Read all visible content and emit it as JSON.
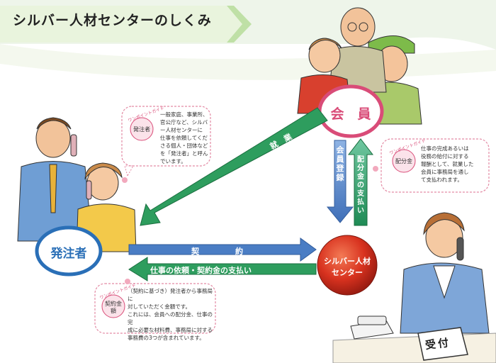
{
  "title": "シルバー人材センターのしくみ",
  "nodes": {
    "member": "会　員",
    "client": "発注者",
    "center_line1": "シルバー人材",
    "center_line2": "センター"
  },
  "arrows": {
    "employment": "就　業",
    "member_registration": "会員登録",
    "distribution_payment": "配分金の支払い",
    "contract": "契　約",
    "request_payment": "仕事の依頼・契約金の支払い"
  },
  "guides": [
    {
      "tag": "ワンポイントガイド",
      "term": "発注者",
      "lines": [
        "一般家庭、事業所、",
        "官公庁など、シルバ",
        "ー人材センターに",
        "仕事を依頼してくだ",
        "さる個人・団体など",
        "を「発注者」と呼ん",
        "でいます。"
      ]
    },
    {
      "tag": "ワンポイントガイド",
      "term": "配分金",
      "lines": [
        "仕事の完成あるいは",
        "役務の給付に対する",
        "報酬として、就業した",
        "会員に事務局を通し",
        "て支払われます。"
      ]
    },
    {
      "tag": "ワンポイントガイド",
      "term": "契約金額",
      "lines": [
        "（契約に基づき）発注者から事務局に",
        "対していただく金額です。",
        "これには、会員への配分金、仕事の完",
        "成に必要な材料費、事務局に対する",
        "事務費の3つが含まれています。"
      ]
    }
  ],
  "reception_sign": "受付",
  "colors": {
    "green_arrow": "#2e9d5e",
    "blue_arrow": "#4a7dc4",
    "member_ring": "#d94c78",
    "client_ring": "#2a6fb7",
    "center_red": "#d8321f"
  }
}
